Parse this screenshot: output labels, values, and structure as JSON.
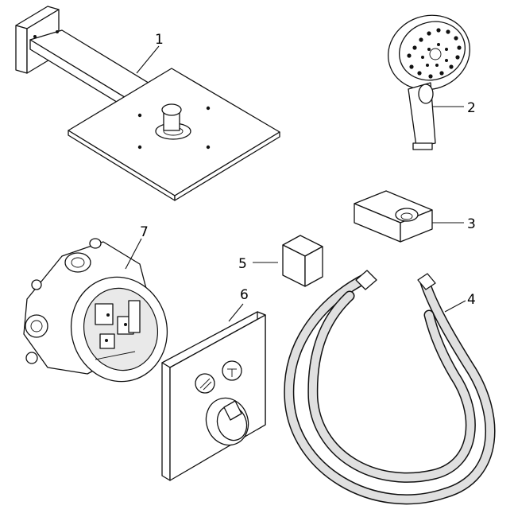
{
  "callouts": {
    "c1": "1",
    "c2": "2",
    "c3": "3",
    "c4": "4",
    "c5": "5",
    "c6": "6",
    "c7": "7"
  },
  "colors": {
    "line": "#111111",
    "hose": "#e0e0e0",
    "background": "#ffffff"
  },
  "icons": {
    "part1": "shower-arm-with-plate-icon",
    "part2": "hand-shower-icon",
    "part3": "wall-holder-icon",
    "part4": "shower-hose-icon",
    "part5": "cube-elbow-icon",
    "part6": "thermostat-trim-icon",
    "part7": "basic-set-body-icon"
  }
}
